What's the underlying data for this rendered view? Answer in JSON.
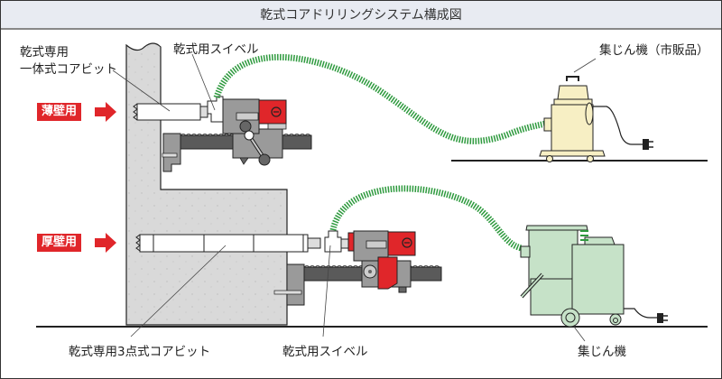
{
  "title": "乾式コアドリリングシステム構成図",
  "labels": {
    "thin_bit": [
      "乾式専用",
      "一体式コアビット"
    ],
    "swivel_top": "乾式用スイベル",
    "vacuum_top": "集じん機（市販品）",
    "thin_wall_badge": "薄壁用",
    "thick_wall_badge": "厚壁用",
    "thick_bit": "乾式専用3点式コアビット",
    "swivel_bottom": "乾式用スイベル",
    "vacuum_bottom": "集じん機"
  },
  "colors": {
    "accent_red": "#e0262a",
    "hose_green": "#2e9a3e",
    "concrete": "#d9d9d9",
    "machine_gray": "#9a9a9a",
    "rail_dark": "#5a5a5a",
    "vacuum_small": "#f7efc4",
    "vacuum_large": "#c6e2c8",
    "title_bg": "#e8ebf2"
  }
}
